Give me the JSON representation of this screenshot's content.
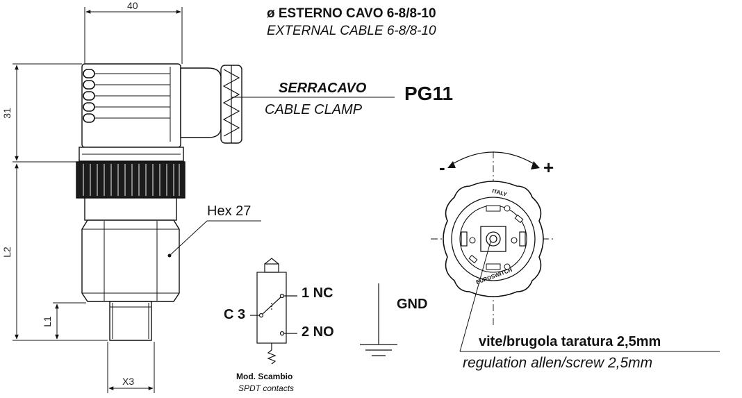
{
  "dimensions": {
    "width_top": "40",
    "height_connector": "31",
    "height_body": "L2",
    "thread_length": "L1",
    "thread_size": "X3"
  },
  "cable": {
    "line_it": "ø ESTERNO CAVO 6-8/8-10",
    "line_en": "EXTERNAL CABLE 6-8/8-10"
  },
  "clamp": {
    "label_it": "SERRACAVO",
    "label_en": "CABLE CLAMP",
    "code": "PG11"
  },
  "hex": {
    "label": "Hex 27"
  },
  "contacts": {
    "nc": "1 NC",
    "no": "2 NO",
    "common": "C 3",
    "gnd": "GND",
    "caption_it": "Mod. Scambio",
    "caption_en": "SPDT contacts"
  },
  "adjust": {
    "minus": "-",
    "plus": "+",
    "label_it": "vite/brugola taratura 2,5mm",
    "label_en": "regulation allen/screw 2,5mm"
  },
  "face": {
    "text_italy": "ITALY",
    "text_brand": "EUROSWITCH"
  }
}
